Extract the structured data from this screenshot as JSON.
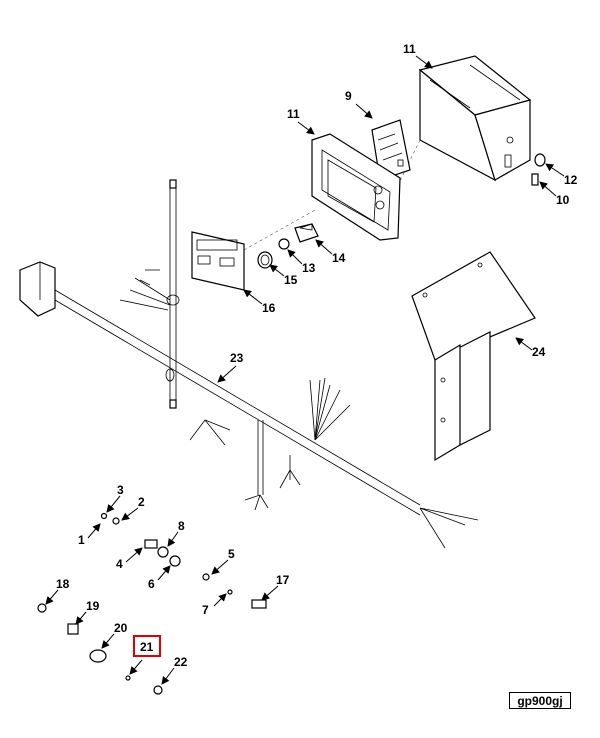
{
  "figure_id": "gp900gj",
  "highlighted_callout": "21",
  "highlight_color": "#e00000",
  "callouts": {
    "c1": "1",
    "c2": "2",
    "c3": "3",
    "c4": "4",
    "c5": "5",
    "c6": "6",
    "c7": "7",
    "c8": "8",
    "c9": "9",
    "c10": "10",
    "c11a": "11",
    "c11b": "11",
    "c12": "12",
    "c13": "13",
    "c14": "14",
    "c15": "15",
    "c16": "16",
    "c17": "17",
    "c18": "18",
    "c19": "19",
    "c20": "20",
    "c21": "21",
    "c22": "22",
    "c23": "23",
    "c24": "24"
  }
}
